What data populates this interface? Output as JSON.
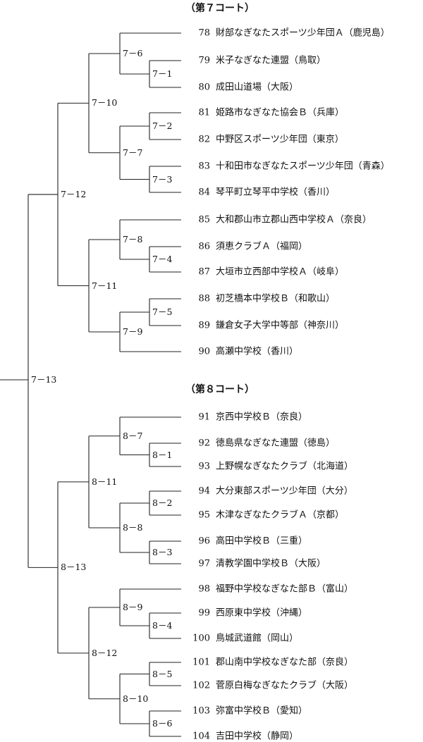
{
  "courts": [
    {
      "title": "（第７コート）",
      "teams": [
        {
          "no": "78",
          "name": "財部なぎなたスポーツ少年団Ａ（鹿児島）"
        },
        {
          "no": "79",
          "name": "米子なぎなた連盟（鳥取）"
        },
        {
          "no": "80",
          "name": "成田山道場（大阪）"
        },
        {
          "no": "81",
          "name": "姫路市なぎなた協会Ｂ（兵庫）"
        },
        {
          "no": "82",
          "name": "中野区スポーツ少年団（東京）"
        },
        {
          "no": "83",
          "name": "十和田市なぎなたスポーツ少年団（青森）"
        },
        {
          "no": "84",
          "name": "琴平町立琴平中学校（香川）"
        },
        {
          "no": "85",
          "name": "大和郡山市立郡山西中学校Ａ（奈良）"
        },
        {
          "no": "86",
          "name": "須恵クラブＡ（福岡）"
        },
        {
          "no": "87",
          "name": "大垣市立西部中学校Ａ（岐阜）"
        },
        {
          "no": "88",
          "name": "初芝橋本中学校Ｂ（和歌山）"
        },
        {
          "no": "89",
          "name": "鎌倉女子大学中等部（神奈川）"
        },
        {
          "no": "90",
          "name": "高瀬中学校（香川）"
        }
      ],
      "matches": {
        "m1": "7－1",
        "m2": "7－2",
        "m3": "7－3",
        "m4": "7－4",
        "m5": "7－5",
        "m6": "7－6",
        "m7": "7－7",
        "m8": "7－8",
        "m9": "7－9",
        "m10": "7－10",
        "m11": "7－11",
        "m12": "7－12"
      }
    },
    {
      "title": "（第８コート）",
      "teams": [
        {
          "no": "91",
          "name": "京西中学校Ｂ（奈良）"
        },
        {
          "no": "92",
          "name": "徳島県なぎなた連盟（徳島）"
        },
        {
          "no": "93",
          "name": "上野幌なぎなたクラブ（北海道）"
        },
        {
          "no": "94",
          "name": "大分東部スポーツ少年団（大分）"
        },
        {
          "no": "95",
          "name": "木津なぎなたクラブＡ（京都）"
        },
        {
          "no": "96",
          "name": "高田中学校Ｂ（三重）"
        },
        {
          "no": "97",
          "name": "清教学園中学校Ｂ（大阪）"
        },
        {
          "no": "98",
          "name": "福野中学校なぎなた部Ｂ（富山）"
        },
        {
          "no": "99",
          "name": "西原東中学校（沖縄）"
        },
        {
          "no": "100",
          "name": "鳥城武道館（岡山）"
        },
        {
          "no": "101",
          "name": "郡山南中学校なぎなた部（奈良）"
        },
        {
          "no": "102",
          "name": "菅原白梅なぎなたクラブ（大阪）"
        },
        {
          "no": "103",
          "name": "弥富中学校Ｂ（愛知）"
        },
        {
          "no": "104",
          "name": "吉田中学校（静岡）"
        }
      ],
      "matches": {
        "m1": "8－1",
        "m2": "8－2",
        "m3": "8－3",
        "m4": "8－4",
        "m5": "8－5",
        "m6": "8－6",
        "m7": "8－7",
        "m8": "8－8",
        "m9": "8－9",
        "m10": "8－10",
        "m11": "8－11",
        "m12": "8－12",
        "m13": "8－13"
      }
    }
  ],
  "final": "7－13"
}
